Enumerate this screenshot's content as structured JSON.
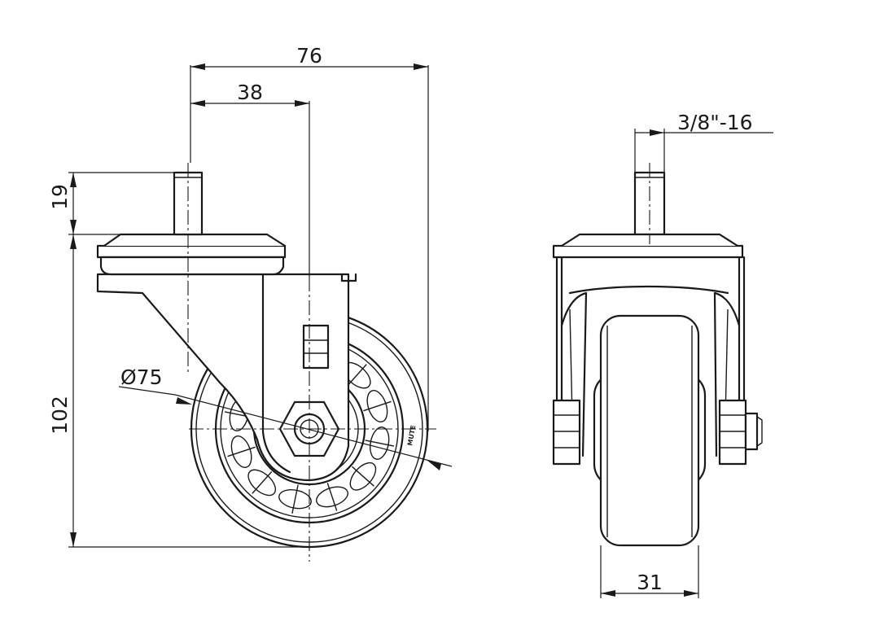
{
  "dimensions": {
    "total_width": "76",
    "stem_offset": "38",
    "stem_height": "19",
    "total_height": "102",
    "wheel_diameter": "Ø75",
    "thread": "3/8\"-16",
    "wheel_width": "31"
  },
  "views": [
    "side-view",
    "front-view"
  ]
}
